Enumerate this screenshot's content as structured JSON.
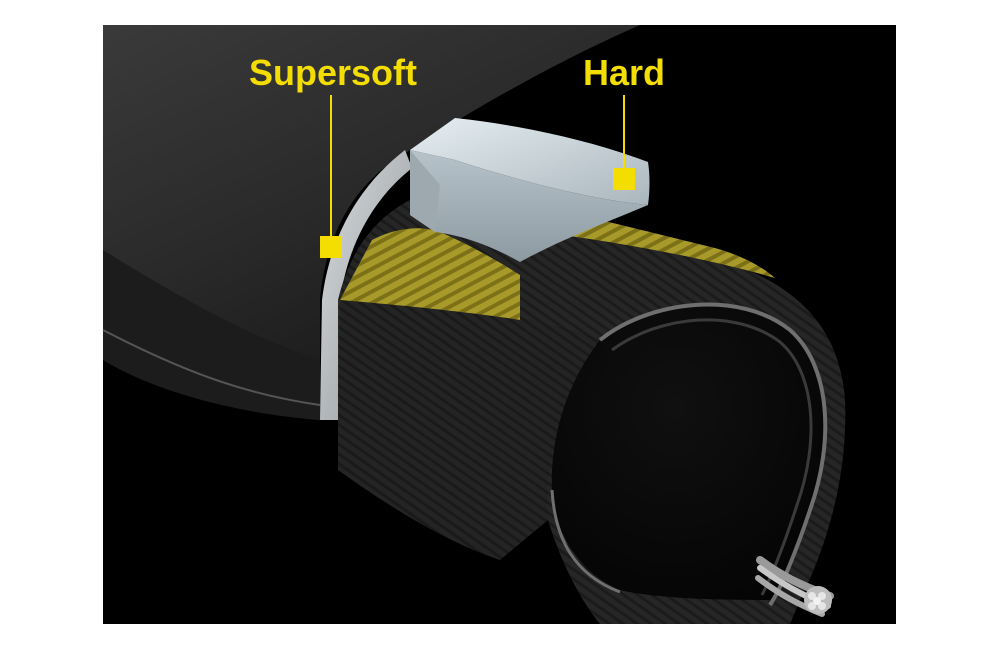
{
  "labels": {
    "supersoft": "Supersoft",
    "hard": "Hard"
  },
  "colors": {
    "background": "#000000",
    "callout": "#f4dd00",
    "casing": "#232323",
    "supersoft_compound": "#bfc3c6",
    "hard_compound": "#c9d4da",
    "breaker": "#a79a2a",
    "bead_wire": "#b9b9b9"
  },
  "icons": {
    "supersoft_marker": "square-marker",
    "hard_marker": "square-marker"
  }
}
